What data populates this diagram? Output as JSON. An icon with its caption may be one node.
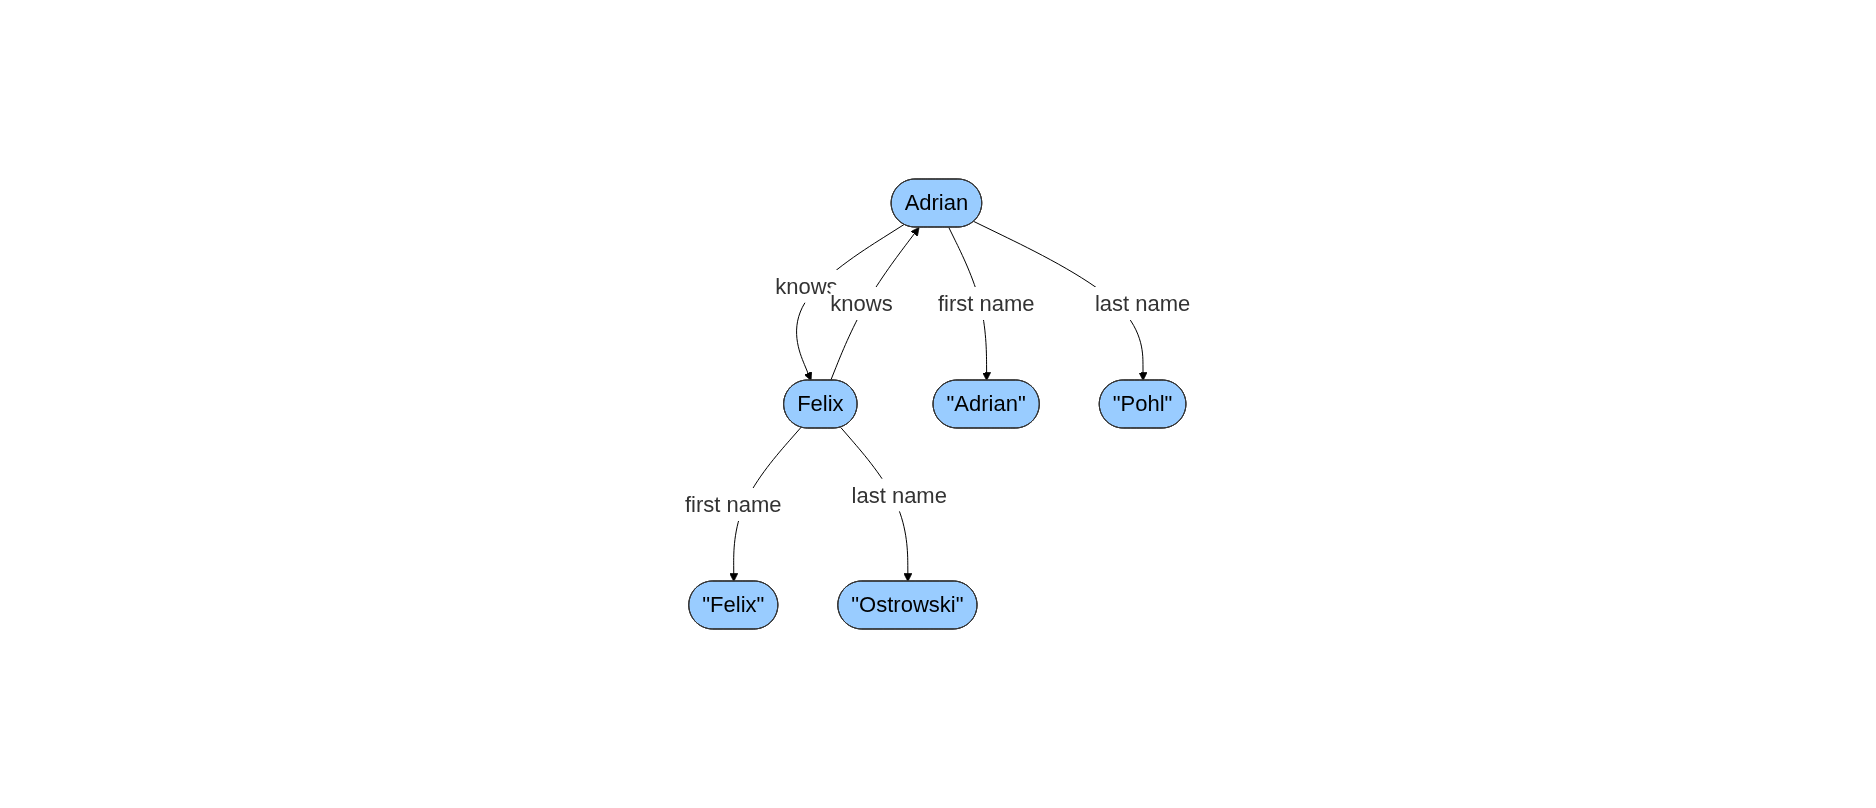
{
  "diagram": {
    "nodes": [
      {
        "text": [
          "Adrian"
        ]
      },
      {
        "text": [
          "Felix"
        ]
      },
      {
        "text": [
          "\"Adrian\""
        ]
      },
      {
        "text": [
          "\"Pohl\""
        ]
      },
      {
        "text": [
          "\"Felix\""
        ]
      },
      {
        "text": [
          "\"Ostrowski\""
        ]
      }
    ],
    "edges": [
      {
        "from": 0,
        "to": 1,
        "arrow": "to",
        "label": "knows"
      },
      {
        "from": 1,
        "to": 0,
        "arrow": "to",
        "label": "knows"
      },
      {
        "from": 0,
        "to": 2,
        "arrow": "to",
        "label": "first name"
      },
      {
        "from": 0,
        "to": 3,
        "arrow": "to",
        "label": "last name"
      },
      {
        "from": 1,
        "to": 4,
        "arrow": "to",
        "label": "first name"
      },
      {
        "from": 1,
        "to": 5,
        "arrow": "to",
        "label": "last name"
      }
    ]
  }
}
